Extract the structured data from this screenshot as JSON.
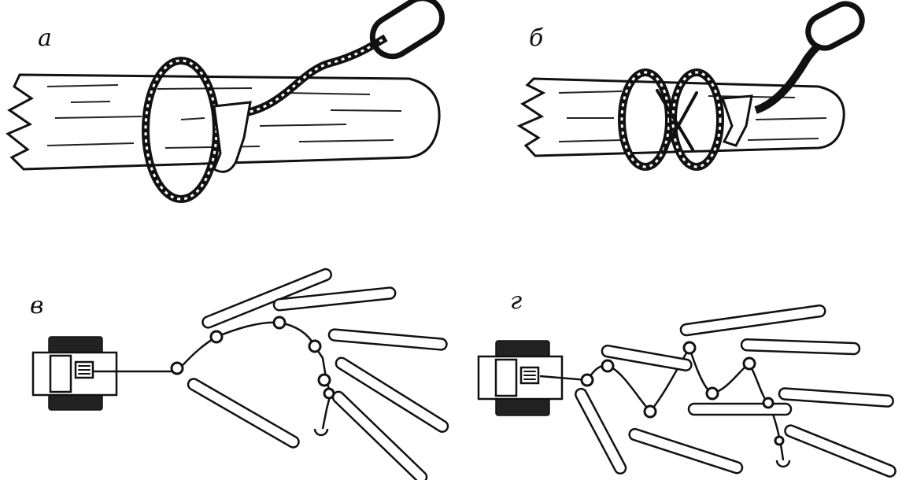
{
  "labels": {
    "a": "а",
    "b": "б",
    "v": "в",
    "g": "г"
  },
  "icons": {
    "log": "log-icon",
    "choker": "choker-rope-icon",
    "shackle": "shackle-ring-icon",
    "winch": "winch-icon",
    "pole": "pole-icon"
  },
  "colors": {
    "ink": "#111111",
    "paper": "#ffffff"
  }
}
